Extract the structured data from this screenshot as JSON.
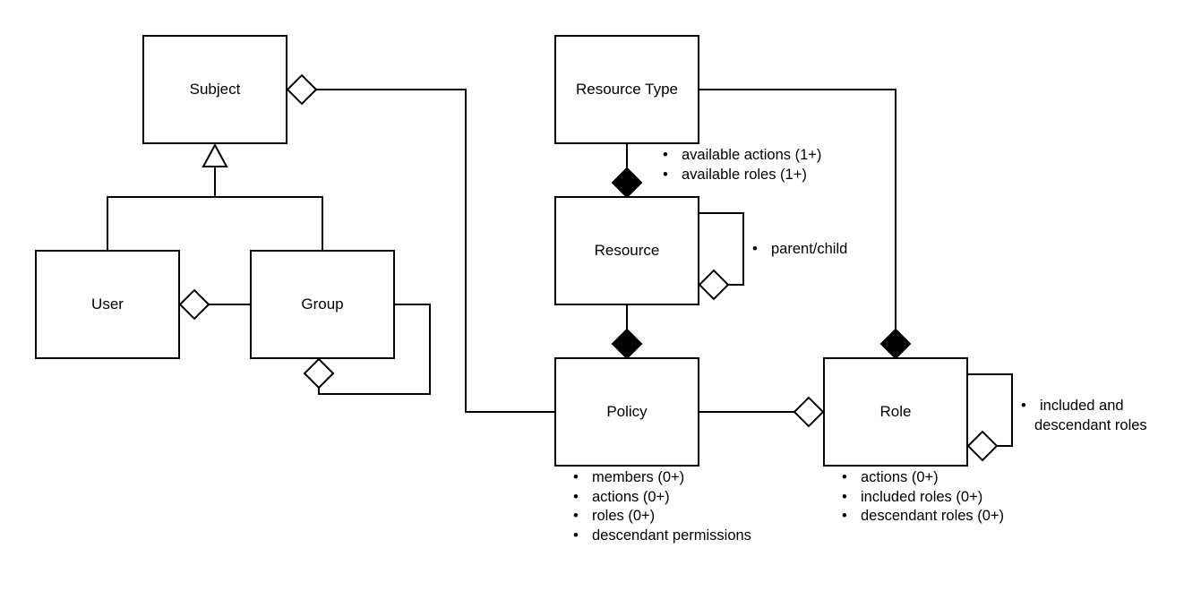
{
  "entities": {
    "subject": "Subject",
    "user": "User",
    "group": "Group",
    "resource_type": "Resource Type",
    "resource": "Resource",
    "policy": "Policy",
    "role": "Role"
  },
  "notes": {
    "resource_type": [
      "available actions (1+)",
      "available roles (1+)"
    ],
    "resource": [
      "parent/child"
    ],
    "policy": [
      "members (0+)",
      "actions (0+)",
      "roles (0+)",
      "descendant permissions"
    ],
    "role_self": [
      "included and",
      "descendant roles"
    ],
    "role": [
      "actions (0+)",
      "included roles (0+)",
      "descendant roles (0+)"
    ]
  },
  "colors": {
    "stroke": "#000000",
    "fill": "#ffffff"
  }
}
